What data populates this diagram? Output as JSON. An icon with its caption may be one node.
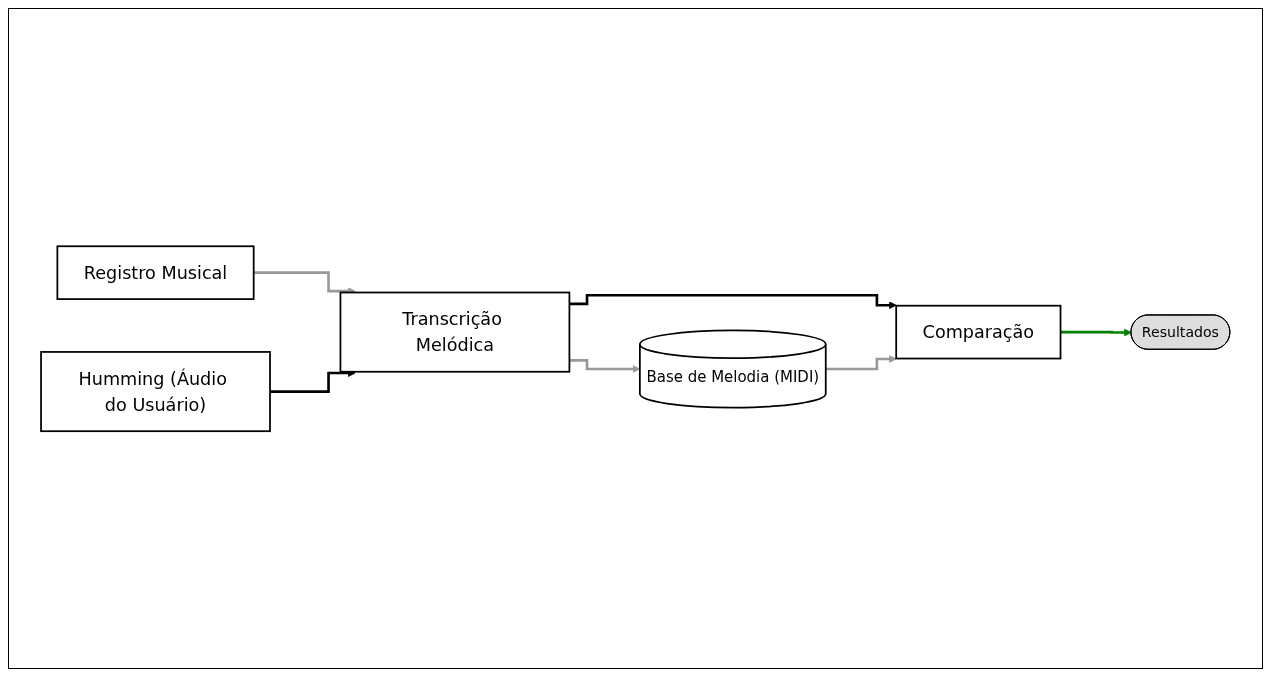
{
  "diagram": {
    "nodes": [
      {
        "text": [
          "Registro Musical"
        ]
      },
      {
        "text": [
          "Humming (Áudio do Usuário)"
        ]
      },
      {
        "text": [
          "Transcrição Melódica"
        ]
      },
      {
        "text": [
          "Base de Melodia (MIDI)"
        ]
      },
      {
        "text": [
          "Comparação"
        ]
      },
      {
        "text": [
          "Resultados"
        ]
      }
    ],
    "edges": [
      {
        "from": 0,
        "to": 2,
        "arrow": "to"
      },
      {
        "from": 1,
        "to": 2,
        "arrow": "to",
        "color": "#000000"
      },
      {
        "from": 2,
        "to": 3,
        "arrow": "to"
      },
      {
        "from": 2,
        "to": 4,
        "arrow": "to",
        "color": "#000000"
      },
      {
        "from": 3,
        "to": 4,
        "arrow": "to"
      },
      {
        "from": 4,
        "to": 5,
        "arrow": "to",
        "color": "#008000"
      }
    ]
  }
}
